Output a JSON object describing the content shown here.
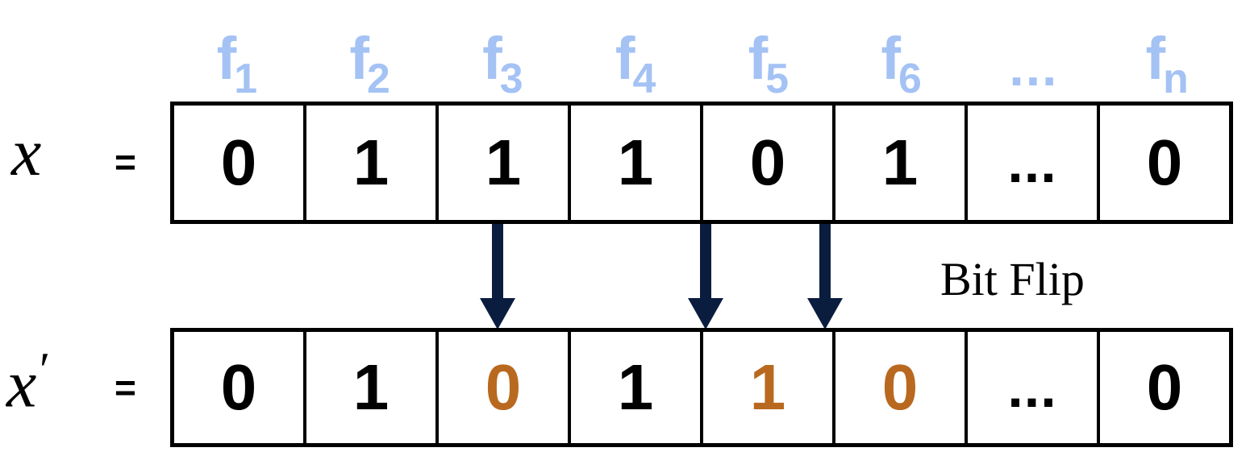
{
  "diagram": {
    "title": "Bit Flip",
    "colors": {
      "feature_label": "#a4c2f4",
      "arrow": "#0b1d3f",
      "flipped_bit": "#b9691f",
      "normal_bit": "#000000",
      "cell_border": "#000000",
      "background": "#ffffff"
    },
    "feature_headers": [
      {
        "base": "f",
        "sub": "1",
        "text": "f1"
      },
      {
        "base": "f",
        "sub": "2",
        "text": "f2"
      },
      {
        "base": "f",
        "sub": "3",
        "text": "f3"
      },
      {
        "base": "f",
        "sub": "4",
        "text": "f4"
      },
      {
        "base": "f",
        "sub": "5",
        "text": "f5"
      },
      {
        "base": "f",
        "sub": "6",
        "text": "f6"
      },
      {
        "base": "...",
        "sub": "",
        "text": "..."
      },
      {
        "base": "f",
        "sub": "n",
        "text": "fn"
      }
    ],
    "rows": [
      {
        "name": "original",
        "label": "x",
        "prime": "",
        "equals": "=",
        "cells": [
          {
            "value": "0",
            "flipped": false
          },
          {
            "value": "1",
            "flipped": false
          },
          {
            "value": "1",
            "flipped": false
          },
          {
            "value": "1",
            "flipped": false
          },
          {
            "value": "0",
            "flipped": false
          },
          {
            "value": "1",
            "flipped": false
          },
          {
            "value": "...",
            "flipped": false
          },
          {
            "value": "0",
            "flipped": false
          }
        ]
      },
      {
        "name": "perturbed",
        "label": "x",
        "prime": "′",
        "equals": "=",
        "cells": [
          {
            "value": "0",
            "flipped": false
          },
          {
            "value": "1",
            "flipped": false
          },
          {
            "value": "0",
            "flipped": true
          },
          {
            "value": "1",
            "flipped": false
          },
          {
            "value": "1",
            "flipped": true
          },
          {
            "value": "0",
            "flipped": true
          },
          {
            "value": "...",
            "flipped": false
          },
          {
            "value": "0",
            "flipped": false
          }
        ]
      }
    ],
    "arrows": [
      {
        "name": "flip-arrow-f3",
        "feature": "f3",
        "column_index": 2
      },
      {
        "name": "flip-arrow-f5",
        "feature": "f5",
        "column_index": 4
      },
      {
        "name": "flip-arrow-f6",
        "feature": "f6",
        "column_index": 5
      }
    ],
    "annotation": {
      "text": "Bit Flip"
    }
  }
}
